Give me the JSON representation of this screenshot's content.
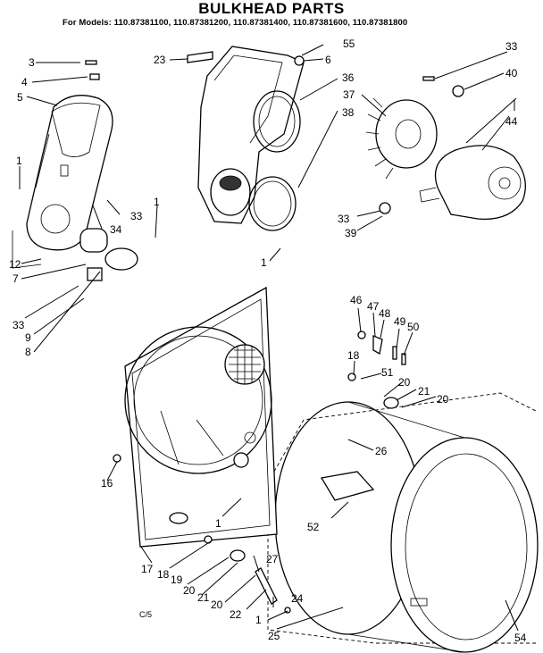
{
  "title": "BULKHEAD PARTS",
  "models_line": "For Models: 110.87381100, 110.87381200, 110.87381400, 110.87381600, 110.87381800",
  "footer_note": "C/5",
  "callouts": [
    "1",
    "1",
    "1",
    "1",
    "1",
    "3",
    "4",
    "5",
    "6",
    "7",
    "8",
    "9",
    "12",
    "16",
    "17",
    "18",
    "18",
    "19",
    "20",
    "20",
    "20",
    "20",
    "21",
    "21",
    "22",
    "23",
    "24",
    "25",
    "26",
    "27",
    "33",
    "33",
    "33",
    "33",
    "34",
    "36",
    "37",
    "38",
    "39",
    "40",
    "44",
    "46",
    "47",
    "48",
    "49",
    "50",
    "51",
    "52",
    "54",
    "55"
  ]
}
